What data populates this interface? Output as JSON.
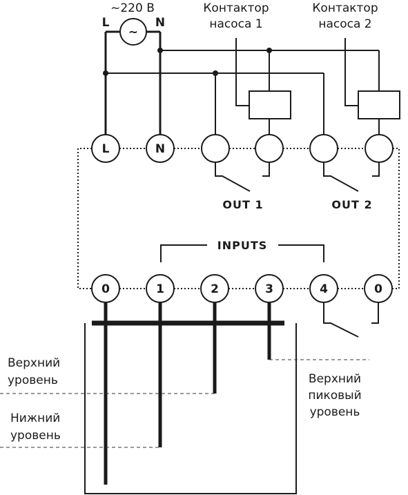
{
  "supply": {
    "voltage": "~220 В",
    "l_label": "L",
    "n_label": "N",
    "source_symbol": "~"
  },
  "contactors": [
    {
      "line1": "Контактор",
      "line2": "насоса 1"
    },
    {
      "line1": "Контактор",
      "line2": "насоса 2"
    }
  ],
  "terminals_top": [
    "L",
    "N",
    "",
    "",
    "",
    ""
  ],
  "outputs": [
    "OUT 1",
    "OUT 2"
  ],
  "inputs_label": "INPUTS",
  "terminals_bottom": [
    "0",
    "1",
    "2",
    "3",
    "4",
    "0"
  ],
  "levels": {
    "upper_line1": "Верхний",
    "upper_line2": "уровень",
    "lower_line1": "Нижний",
    "lower_line2": "уровень",
    "peak_line1": "Верхний",
    "peak_line2": "пиковый",
    "peak_line3": "уровень"
  }
}
